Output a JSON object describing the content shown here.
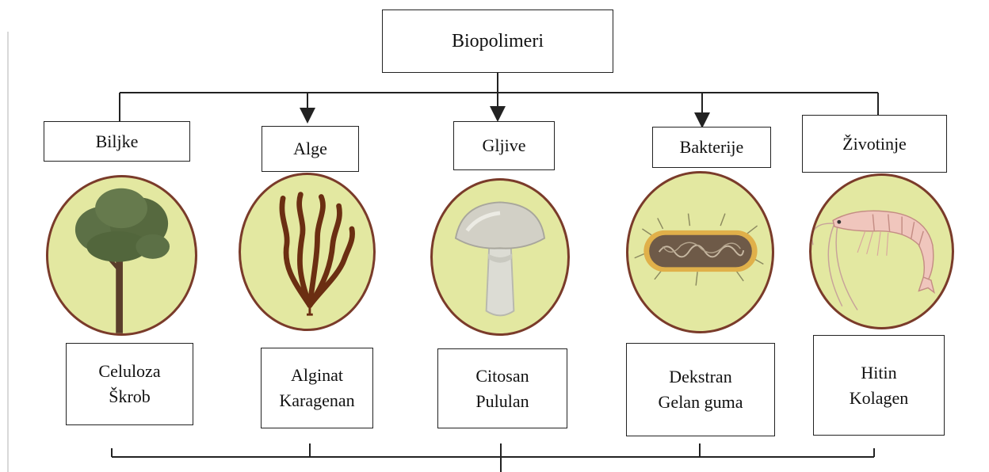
{
  "root": {
    "label": "Biopolimeri"
  },
  "sources": [
    {
      "label": "Biljke",
      "icon": "tree-icon",
      "polymers": [
        "Celuloza",
        "Škrob"
      ]
    },
    {
      "label": "Alge",
      "icon": "seaweed-icon",
      "polymers": [
        "Alginat",
        "Karagenan"
      ]
    },
    {
      "label": "Gljive",
      "icon": "mushroom-icon",
      "polymers": [
        "Citosan",
        "Pululan"
      ]
    },
    {
      "label": "Bakterije",
      "icon": "bacterium-icon",
      "polymers": [
        "Dekstran",
        "Gelan guma"
      ]
    },
    {
      "label": "Životinje",
      "icon": "shrimp-icon",
      "polymers": [
        "Hitin",
        "Kolagen"
      ]
    }
  ],
  "colors": {
    "circle_fill": "#e3e8a1",
    "circle_border": "#7a3b2a",
    "lines": "#222222"
  }
}
